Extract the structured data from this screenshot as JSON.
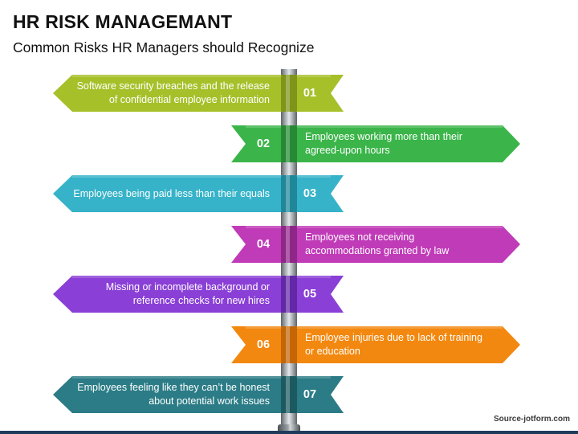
{
  "title": "HR RISK MANAGEMANT",
  "subtitle": "Common Risks HR Managers should Recognize",
  "items": [
    {
      "num": "01",
      "text": "Software security breaches and the release of confidential employee information",
      "color": "#a6c02a",
      "dark": "#7f9418",
      "side": "left"
    },
    {
      "num": "02",
      "text": "Employees working more than their agreed-upon hours",
      "color": "#3bb54a",
      "dark": "#258a33",
      "side": "right"
    },
    {
      "num": "03",
      "text": "Employees being paid less than their equals",
      "color": "#36b3c9",
      "dark": "#1f8799",
      "side": "left"
    },
    {
      "num": "04",
      "text": "Employees not receiving accommodations granted by law",
      "color": "#c03bb8",
      "dark": "#8f2688",
      "side": "right"
    },
    {
      "num": "05",
      "text": "Missing or incomplete background or reference checks for new hires",
      "color": "#8a3fd6",
      "dark": "#6427a8",
      "side": "left"
    },
    {
      "num": "06",
      "text": "Employee injuries due to lack of training or education",
      "color": "#f2880f",
      "dark": "#c46606",
      "side": "right"
    },
    {
      "num": "07",
      "text": "Employees feeling like they can’t be honest about potential work issues",
      "color": "#2b7c86",
      "dark": "#1c5a61",
      "side": "left"
    }
  ],
  "source": "Source-jotform.com"
}
